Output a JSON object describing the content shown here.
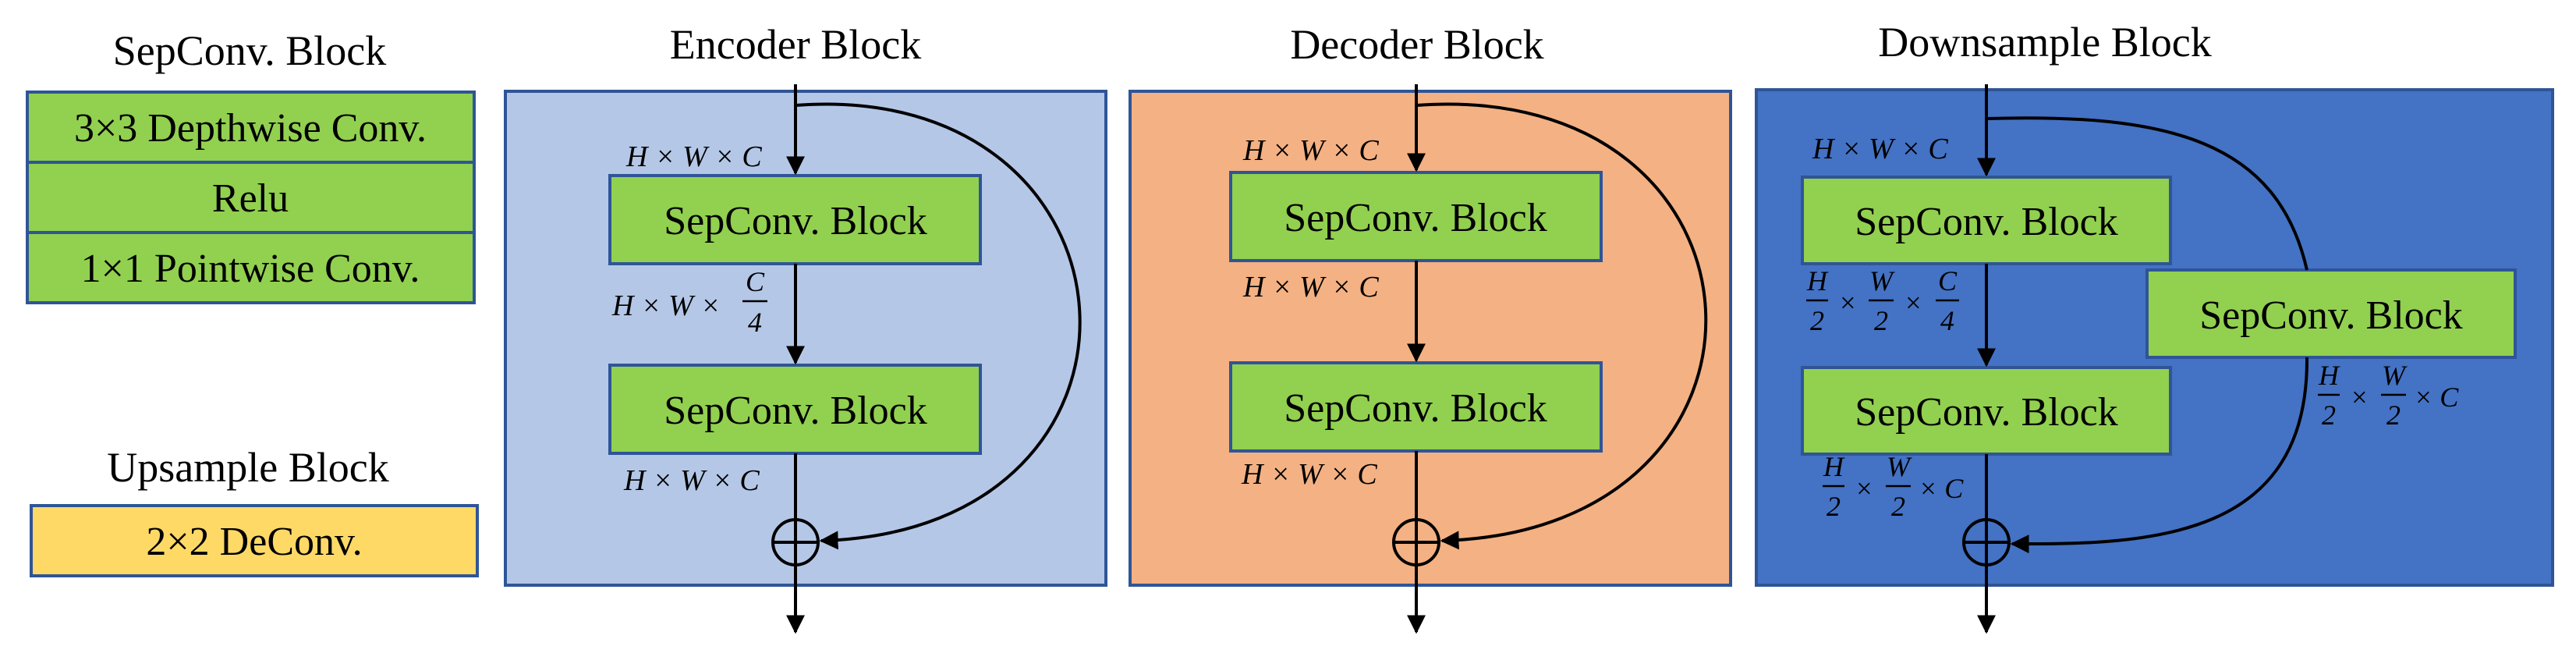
{
  "colors": {
    "green_box": "#92d050",
    "yellow_box": "#ffd966",
    "encoder_bg": "#b4c7e7",
    "decoder_bg": "#f4b183",
    "downsample_bg": "#4472c4",
    "border": "#2f5597"
  },
  "legend": {
    "sepconv_title": "SepConv. Block",
    "sepconv_rows": [
      "3×3 Depthwise Conv.",
      "Relu",
      "1×1 Pointwise Conv."
    ],
    "upsample_title": "Upsample Block",
    "upsample_row": "2×2 DeConv."
  },
  "encoder": {
    "title": "Encoder Block",
    "block1": "SepConv. Block",
    "block2": "SepConv. Block",
    "dim_in": "H × W × C",
    "dim_mid_prefix": "H × W ×",
    "dim_mid_num": "C",
    "dim_mid_den": "4",
    "dim_out": "H × W × C"
  },
  "decoder": {
    "title": "Decoder Block",
    "block1": "SepConv. Block",
    "block2": "SepConv. Block",
    "dim_in": "H × W × C",
    "dim_mid": "H × W × C",
    "dim_out": "H × W × C"
  },
  "downsample": {
    "title": "Downsample Block",
    "block1": "SepConv. Block",
    "block2": "SepConv. Block",
    "block_skip": "SepConv. Block",
    "dim_in": "H × W × C",
    "frac_h": "H",
    "frac_w": "W",
    "frac_c": "C",
    "frac_2": "2",
    "frac_4": "4",
    "times": "×",
    "tail_c": "× C"
  }
}
